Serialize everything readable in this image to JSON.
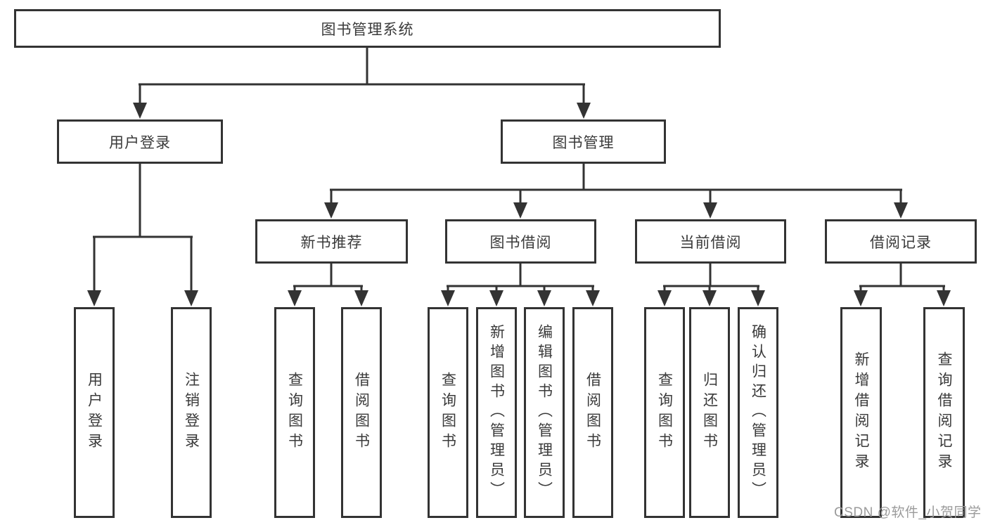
{
  "hierarchy": {
    "root": "图书管理系统",
    "children": [
      {
        "label": "用户登录",
        "children": [
          "用户登录",
          "注销登录"
        ]
      },
      {
        "label": "图书管理",
        "children": [
          {
            "label": "新书推荐",
            "children": [
              "查询图书",
              "借阅图书"
            ]
          },
          {
            "label": "图书借阅",
            "children": [
              "查询图书",
              "新增图书（管理员）",
              "编辑图书（管理员）",
              "借阅图书"
            ]
          },
          {
            "label": "当前借阅",
            "children": [
              "查询图书",
              "归还图书",
              "确认归还（管理员）"
            ]
          },
          {
            "label": "借阅记录",
            "children": [
              "新增借阅记录",
              "查询借阅记录"
            ]
          }
        ]
      }
    ]
  },
  "watermark": "CSDN @软件_小贺同学",
  "colors": {
    "line": "#333333",
    "box_border": "#333333",
    "text": "#3a3a3a",
    "watermark": "#9b9b9b",
    "background": "#ffffff"
  }
}
